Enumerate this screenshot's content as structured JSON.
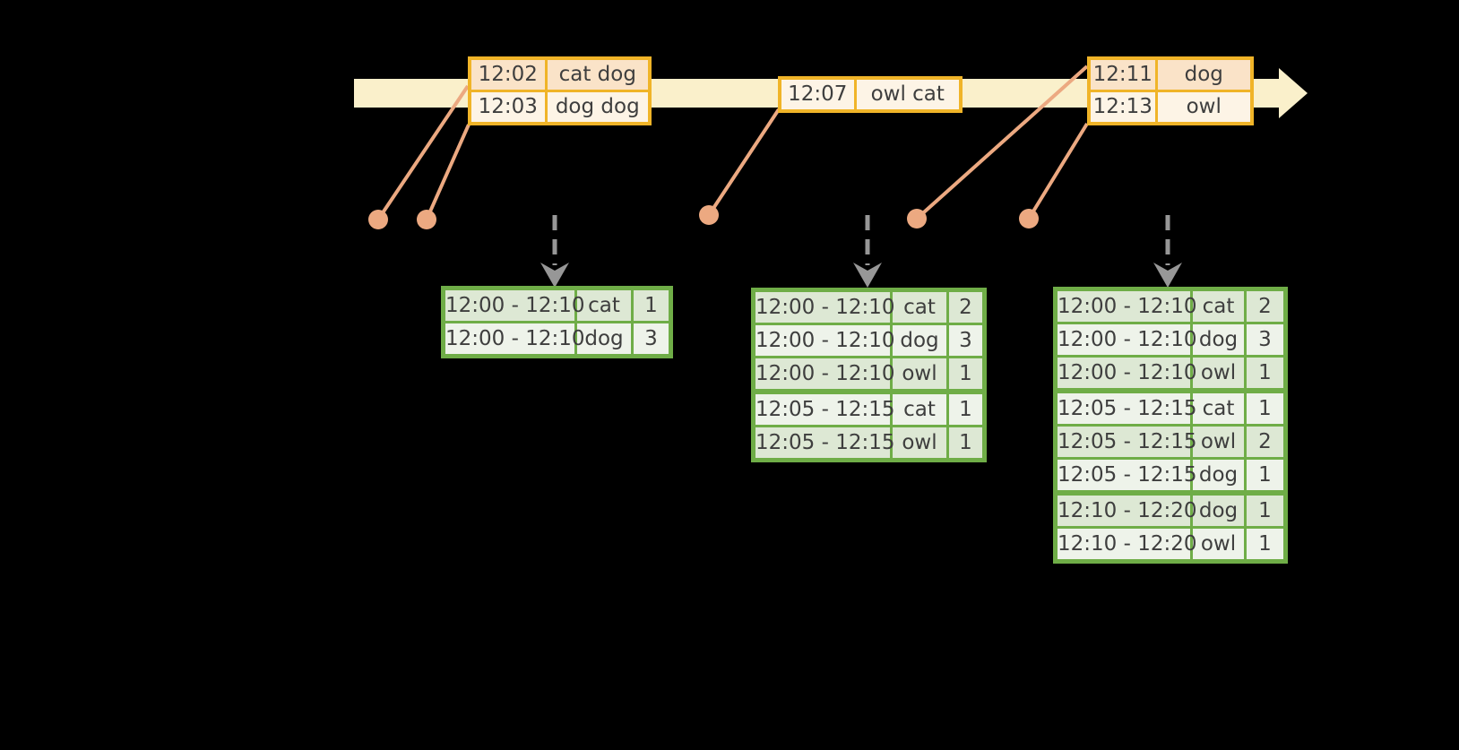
{
  "colors": {
    "background": "#000000",
    "timeline_band": "#faf0cb",
    "event_border": "#f0b428",
    "event_row_dark": "#fae3c8",
    "event_row_light": "#fdf4e6",
    "connector": "#eca981",
    "dashed_arrow": "#979797",
    "result_border": "#6fad47",
    "result_row_dark": "#dde8d4",
    "result_row_light": "#eef3ea",
    "text": "#3e3e3e"
  },
  "timeline": {
    "event_tables": [
      {
        "rows": [
          {
            "time": "12:02",
            "words": "cat dog"
          },
          {
            "time": "12:03",
            "words": "dog dog"
          }
        ]
      },
      {
        "rows": [
          {
            "time": "12:07",
            "words": "owl cat"
          }
        ]
      },
      {
        "rows": [
          {
            "time": "12:11",
            "words": "dog"
          },
          {
            "time": "12:13",
            "words": "owl"
          }
        ]
      }
    ]
  },
  "result_tables": [
    {
      "rows": [
        {
          "window": "12:00 - 12:10",
          "word": "cat",
          "count": "1"
        },
        {
          "window": "12:00 - 12:10",
          "word": "dog",
          "count": "3"
        }
      ]
    },
    {
      "rows": [
        {
          "window": "12:00 - 12:10",
          "word": "cat",
          "count": "2"
        },
        {
          "window": "12:00 - 12:10",
          "word": "dog",
          "count": "3"
        },
        {
          "window": "12:00 - 12:10",
          "word": "owl",
          "count": "1"
        },
        {
          "window": "12:05 - 12:15",
          "word": "cat",
          "count": "1"
        },
        {
          "window": "12:05 - 12:15",
          "word": "owl",
          "count": "1"
        }
      ]
    },
    {
      "rows": [
        {
          "window": "12:00 - 12:10",
          "word": "cat",
          "count": "2"
        },
        {
          "window": "12:00 - 12:10",
          "word": "dog",
          "count": "3"
        },
        {
          "window": "12:00 - 12:10",
          "word": "owl",
          "count": "1"
        },
        {
          "window": "12:05 - 12:15",
          "word": "cat",
          "count": "1"
        },
        {
          "window": "12:05 - 12:15",
          "word": "owl",
          "count": "2"
        },
        {
          "window": "12:05 - 12:15",
          "word": "dog",
          "count": "1"
        },
        {
          "window": "12:10 - 12:20",
          "word": "dog",
          "count": "1"
        },
        {
          "window": "12:10 - 12:20",
          "word": "owl",
          "count": "1"
        }
      ]
    }
  ]
}
